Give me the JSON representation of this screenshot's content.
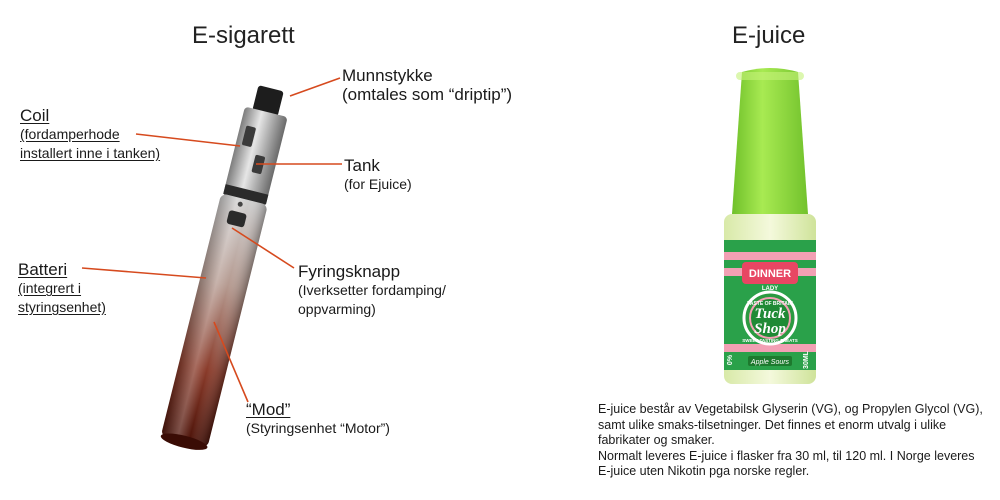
{
  "titles": {
    "left": "E-sigarett",
    "right": "E-juice"
  },
  "labels": {
    "munnstykke": {
      "main": "Munnstykke",
      "sub": "(omtales som “driptip”)"
    },
    "coil": {
      "main": "Coil",
      "sub1": "(fordamperhode",
      "sub2": "installert inne i tanken)"
    },
    "tank": {
      "main": "Tank",
      "sub": "(for Ejuice)"
    },
    "batteri": {
      "main": "Batteri",
      "sub1": "(integrert i",
      "sub2": "styringsenhet)"
    },
    "fyringsknapp": {
      "main": "Fyringsknapp",
      "sub1": "(Iverksetter fordamping/",
      "sub2": "oppvarming)"
    },
    "mod": {
      "main": "“Mod”",
      "sub": "(Styringsenhet “Motor”)"
    }
  },
  "description": {
    "para1": "E-juice består av Vegetabilsk  Glyserin (VG), og Propylen Glycol (VG), samt ulike smaks-tilsetninger. Det finnes et enorm utvalg i ulike fabrikater og smaker.",
    "para2": "Normalt leveres E-juice i flasker fra 30 ml, til 120 ml. I Norge leveres E-juice uten Nikotin pga norske regler."
  },
  "bottle": {
    "brand_top": "DINNER",
    "brand_sub": "LADY",
    "logo_line1": "Tuck",
    "logo_line2": "Shop",
    "ring_top": "TASTE OF BRITAIN",
    "ring_bottom": "SWEET TASTING TREATS",
    "flavor": "Apple Sours",
    "volume": "30ML",
    "nicotine": "0%"
  },
  "colors": {
    "callout_line": "#d64a1e",
    "cap_green": "#8fdc3a",
    "label_green": "#2aa14a",
    "label_pink": "#f2a0b4"
  }
}
